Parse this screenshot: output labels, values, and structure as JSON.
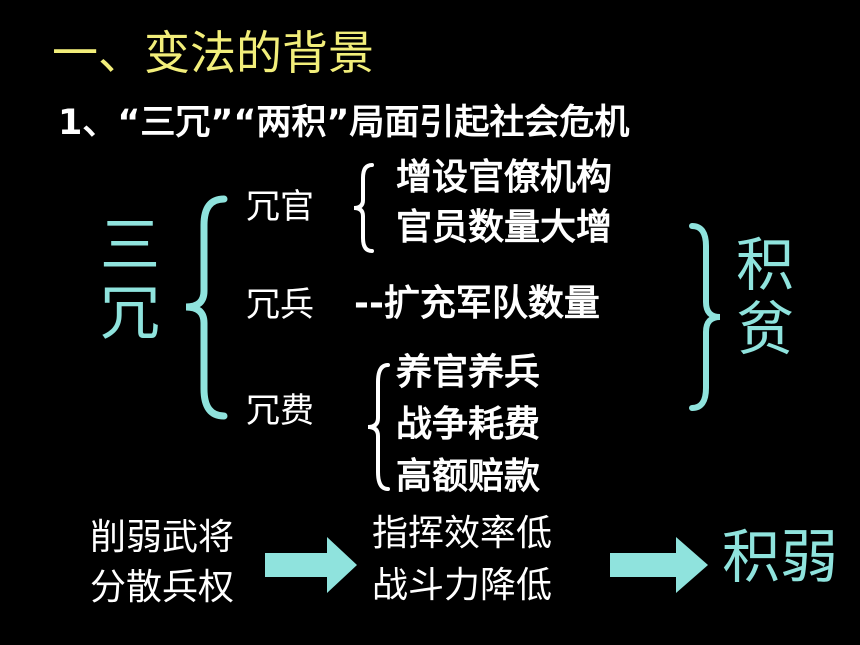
{
  "slide": {
    "title": "一、变法的背景",
    "subtitle": "1、“三冗”“两积”局面引起社会危机",
    "san_rong": [
      "三",
      "冗"
    ],
    "rong_guan": {
      "label": "冗官",
      "items": [
        "增设官僚机构",
        "官员数量大增"
      ]
    },
    "rong_bing": {
      "label": "冗兵",
      "detail": "--扩充军队数量"
    },
    "rong_fei": {
      "label": "冗费",
      "items": [
        "养官养兵",
        "战争耗费",
        "高额赔款"
      ]
    },
    "ji_pin": [
      "积",
      "贫"
    ],
    "causes": [
      "削弱武将",
      "分散兵权"
    ],
    "effects": [
      "指挥效率低",
      "战斗力降低"
    ],
    "ji_ruo": "积弱"
  },
  "colors": {
    "background": "#000000",
    "title": "#f2ee7a",
    "text": "#ffffff",
    "accent": "#8fe3dd"
  }
}
